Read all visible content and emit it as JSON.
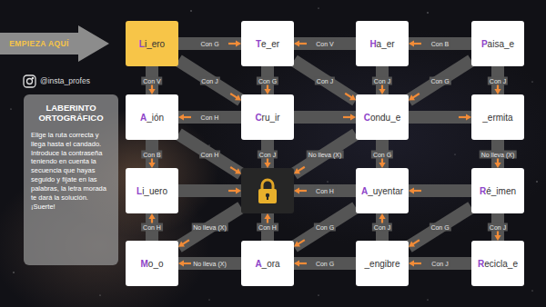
{
  "diagram": {
    "nodes": [
      {
        "text": [
          "EMPIEZA AQUÍ"
        ]
      },
      {
        "text": [
          "LABERINTO ORTOGRÁFICO",
          "Elige la ruta correcta y llega hasta el candado. Introduce la contraseña teniendo en cuenta la secuencia que hayas seguido y fíjate en las palabras, la letra morada te dará la solución. ¡Suerte!"
        ]
      },
      {
        "text": [
          "Li_ero"
        ]
      },
      {
        "text": [
          "Te_er"
        ]
      },
      {
        "text": [
          "Ha_er"
        ]
      },
      {
        "text": [
          "Paisa_e"
        ]
      },
      {
        "text": [
          "A_ión"
        ]
      },
      {
        "text": [
          "Cru_ir"
        ]
      },
      {
        "text": [
          "Condu_e"
        ]
      },
      {
        "text": [
          "_ermita"
        ]
      },
      {
        "text": [
          "Li_uero"
        ]
      },
      {
        "text": []
      },
      {
        "text": [
          "A_uyentar"
        ]
      },
      {
        "text": [
          "Ré_imen"
        ]
      },
      {
        "text": [
          "Mo_o"
        ]
      },
      {
        "text": [
          "A_ora"
        ]
      },
      {
        "text": [
          "_engibre"
        ]
      },
      {
        "text": [
          "Recicla_e"
        ]
      }
    ],
    "edges": [
      {
        "from": 2,
        "to": 3,
        "label": "Con G",
        "arrow": "to"
      },
      {
        "from": 4,
        "to": 3,
        "label": "Con V",
        "arrow": "to"
      },
      {
        "from": 5,
        "to": 4,
        "label": "Con B",
        "arrow": "to"
      },
      {
        "from": 7,
        "to": 6,
        "label": "Con H",
        "arrow": "to"
      },
      {
        "from": 7,
        "to": 8,
        "arrow": "to"
      },
      {
        "from": 8,
        "to": 9,
        "arrow": "to"
      },
      {
        "from": 10,
        "to": 11,
        "arrow": "to"
      },
      {
        "from": 12,
        "to": 11,
        "label": "Con H",
        "arrow": "to"
      },
      {
        "from": 13,
        "to": 12,
        "arrow": "to"
      },
      {
        "from": 15,
        "to": 14,
        "label": "No lleva (X)",
        "arrow": "to"
      },
      {
        "from": 16,
        "to": 15,
        "label": "Con G",
        "arrow": "to"
      },
      {
        "from": 17,
        "to": 16,
        "label": "Con J",
        "arrow": "to"
      },
      {
        "from": 2,
        "to": 6,
        "label": "Con V",
        "arrow": "to"
      },
      {
        "from": 6,
        "to": 10,
        "label": "Con B",
        "arrow": "to"
      },
      {
        "from": 14,
        "to": 10,
        "label": "Con H",
        "arrow": "to"
      },
      {
        "from": 3,
        "to": 7,
        "label": "Con G",
        "arrow": "to"
      },
      {
        "from": 7,
        "to": 11,
        "label": "Con J",
        "arrow": "to"
      },
      {
        "from": 15,
        "to": 11,
        "label": "Con H",
        "arrow": "to"
      },
      {
        "from": 4,
        "to": 8,
        "label": "Con J",
        "arrow": "to"
      },
      {
        "from": 8,
        "to": 12,
        "label": "Con G",
        "arrow": "to"
      },
      {
        "from": 16,
        "to": 12,
        "label": "Con J",
        "arrow": "to"
      },
      {
        "from": 5,
        "to": 9,
        "label": "Con J",
        "arrow": "to"
      },
      {
        "from": 9,
        "to": 13,
        "label": "No lleva (X)",
        "arrow": "to"
      },
      {
        "from": 13,
        "to": 17,
        "label": "Con J",
        "arrow": "to"
      },
      {
        "from": 2,
        "to": 7,
        "label": "Con J",
        "arrow": "to"
      },
      {
        "from": 3,
        "to": 8,
        "label": "Con J",
        "arrow": "to"
      },
      {
        "from": 5,
        "to": 8,
        "label": "Con G",
        "arrow": "to"
      },
      {
        "from": 6,
        "to": 11,
        "label": "Con H",
        "arrow": "to"
      },
      {
        "from": 8,
        "to": 11,
        "label": "No lleva (X)",
        "arrow": "to"
      },
      {
        "from": 11,
        "to": 14,
        "label": "No lleva (X)",
        "arrow": "to"
      },
      {
        "from": 12,
        "to": 15,
        "label": "Con G",
        "arrow": "to"
      },
      {
        "from": 13,
        "to": 16,
        "label": "Con G",
        "arrow": "to"
      }
    ],
    "labels": [
      "@insta_profes"
    ]
  }
}
